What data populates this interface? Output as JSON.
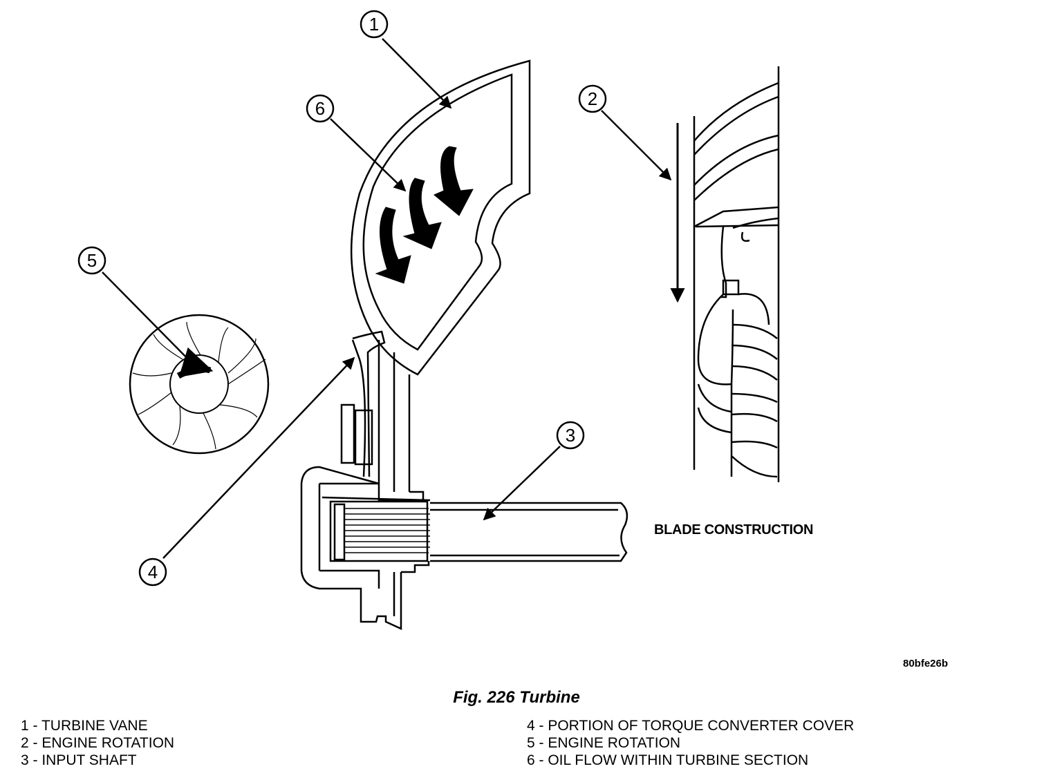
{
  "callouts": [
    "1",
    "2",
    "3",
    "4",
    "5",
    "6"
  ],
  "blade_label": "BLADE CONSTRUCTION",
  "figure_code": "80bfe26b",
  "caption": "Fig. 226 Turbine",
  "legend": {
    "left": [
      "1 - TURBINE VANE",
      "2 - ENGINE ROTATION",
      "3 - INPUT SHAFT"
    ],
    "right": [
      "4 - PORTION OF TORQUE CONVERTER COVER",
      "5 - ENGINE ROTATION",
      "6 - OIL FLOW WITHIN TURBINE SECTION"
    ]
  },
  "colors": {
    "ink": "#000000",
    "paper": "#ffffff"
  }
}
